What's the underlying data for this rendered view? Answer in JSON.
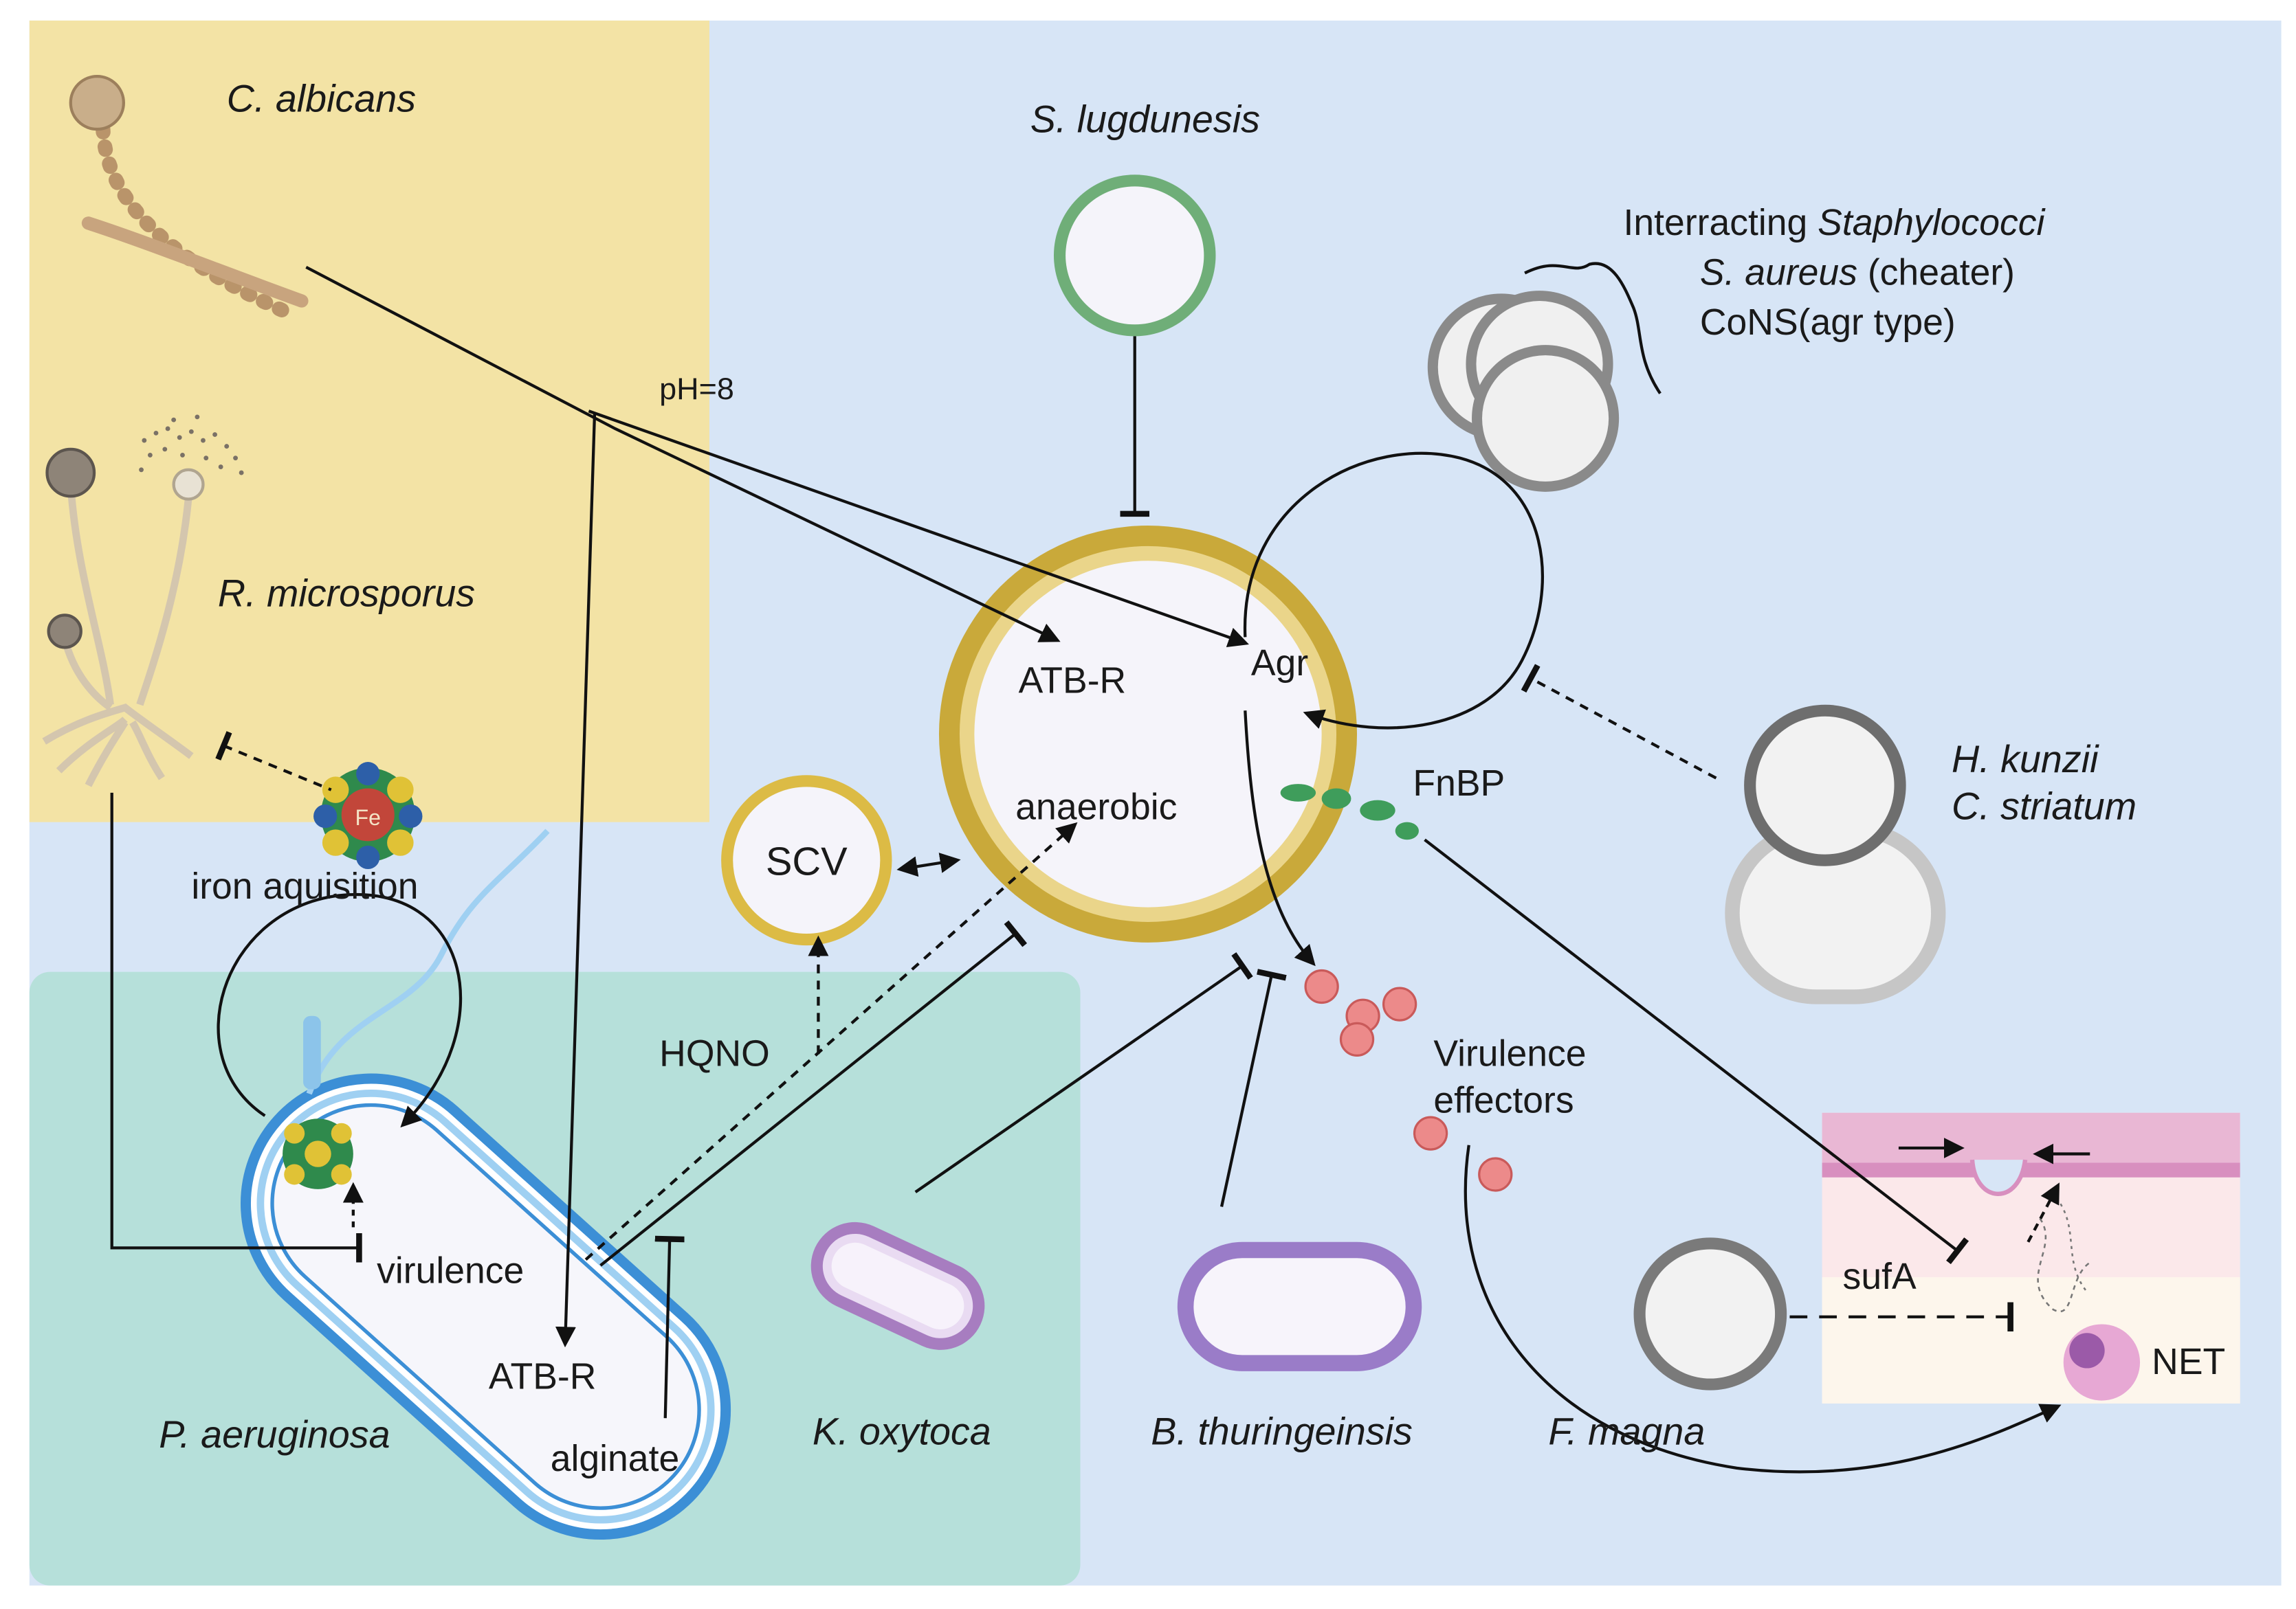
{
  "colors": {
    "fungi_zone": "#f3e3a5",
    "staph_zone": "#d7e5f6",
    "pseudomonas_zone": "#b6e0da",
    "aureus_ring": "#c9a93a",
    "lugdunensis_ring": "#6fae78",
    "purple_cell": "#a77dc0",
    "effector": "#ec8a8a",
    "skin": "#f7dfe2"
  },
  "organisms": {
    "c_albicans": "C. albicans",
    "r_microsporus": "R. microsporus",
    "s_lugdunesis": "S. lugdunesis",
    "p_aeruginosa": "P. aeruginosa",
    "k_oxytoca": "K. oxytoca",
    "b_thuringeinsis": "B. thuringeinsis",
    "f_magna": "F. magna",
    "h_kunzii": "H. kunzii",
    "c_striatum": "C. striatum"
  },
  "staph_group": {
    "line1_prefix": "Interracting ",
    "line1_italic": "Staphylococci",
    "line2_italic": "S. aureus",
    "line2_suffix": " (cheater)",
    "line3": "CoNS(agr type)"
  },
  "labels": {
    "ph": "pH=8",
    "iron": "iron aquisition",
    "fe": "Fe",
    "virulence": "virulence",
    "atbr_pa": "ATB-R",
    "alginate": "alginate",
    "hqno": "HQNO",
    "scv": "SCV",
    "atbr_sa": "ATB-R",
    "agr": "Agr",
    "anaerobic": "anaerobic",
    "fnbp": "FnBP",
    "virulence_effectors_1": "Virulence",
    "virulence_effectors_2": "effectors",
    "sufa": "sufA",
    "net": "NET"
  }
}
